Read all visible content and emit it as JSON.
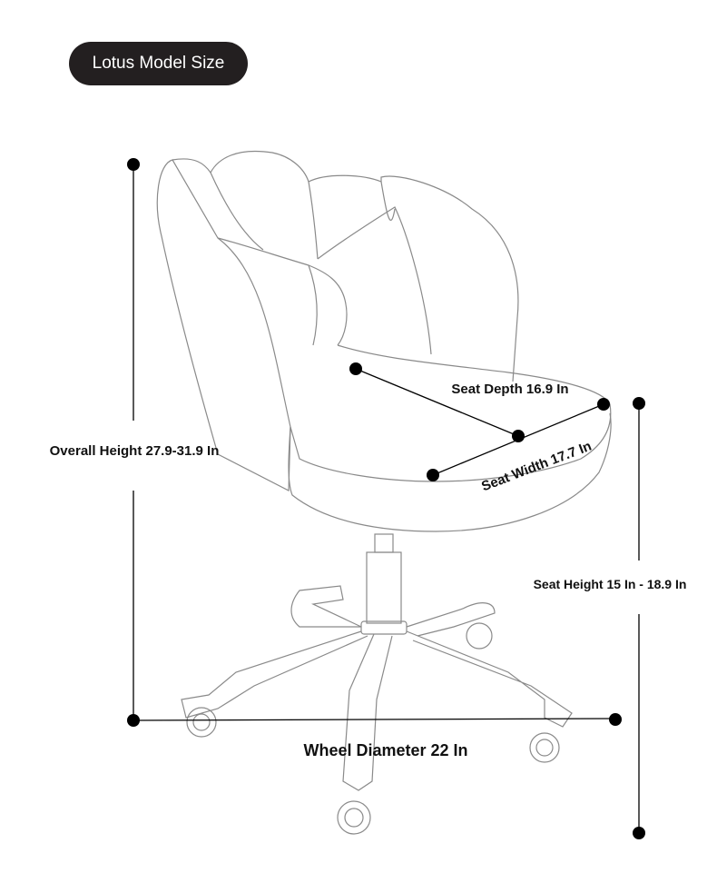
{
  "title": "Lotus Model Size",
  "dimensions": {
    "overall_height": "Overall Height 27.9-31.9 In",
    "seat_depth": "Seat Depth 16.9 In",
    "seat_width": "Seat Width 17.7 In",
    "seat_height": "Seat Height 15 In - 18.9 In",
    "wheel_diameter": "Wheel Diameter 22 In"
  },
  "colors": {
    "badge": "#231f20",
    "line": "#000000",
    "sketch": "#8a8a8a"
  }
}
